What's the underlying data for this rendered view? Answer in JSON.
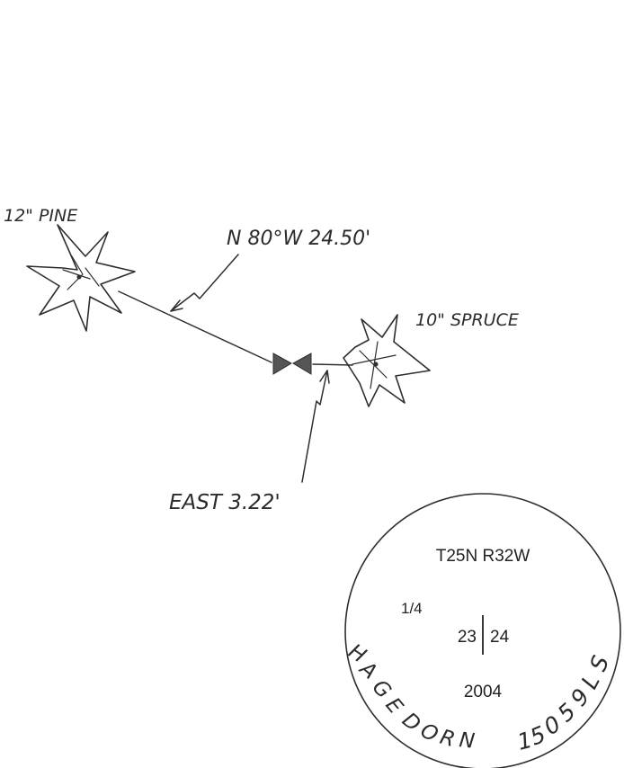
{
  "colors": {
    "paper": "#ffffff",
    "ink": "#2e2e2e",
    "marker_fill": "#555555"
  },
  "trees": {
    "pine": {
      "label": "12\" PINE"
    },
    "spruce": {
      "label": "10\" SPRUCE"
    }
  },
  "bearings": {
    "pine_to_corner": "N 80°W 24.50'",
    "spruce_to_corner": "EAST 3.22'"
  },
  "stamp": {
    "township_range": "T25N R32W",
    "quarter": "1/4",
    "section_left": "23",
    "section_right": "24",
    "year": "2004",
    "surveyor": "HAGEDORN",
    "license": "15059LS"
  }
}
